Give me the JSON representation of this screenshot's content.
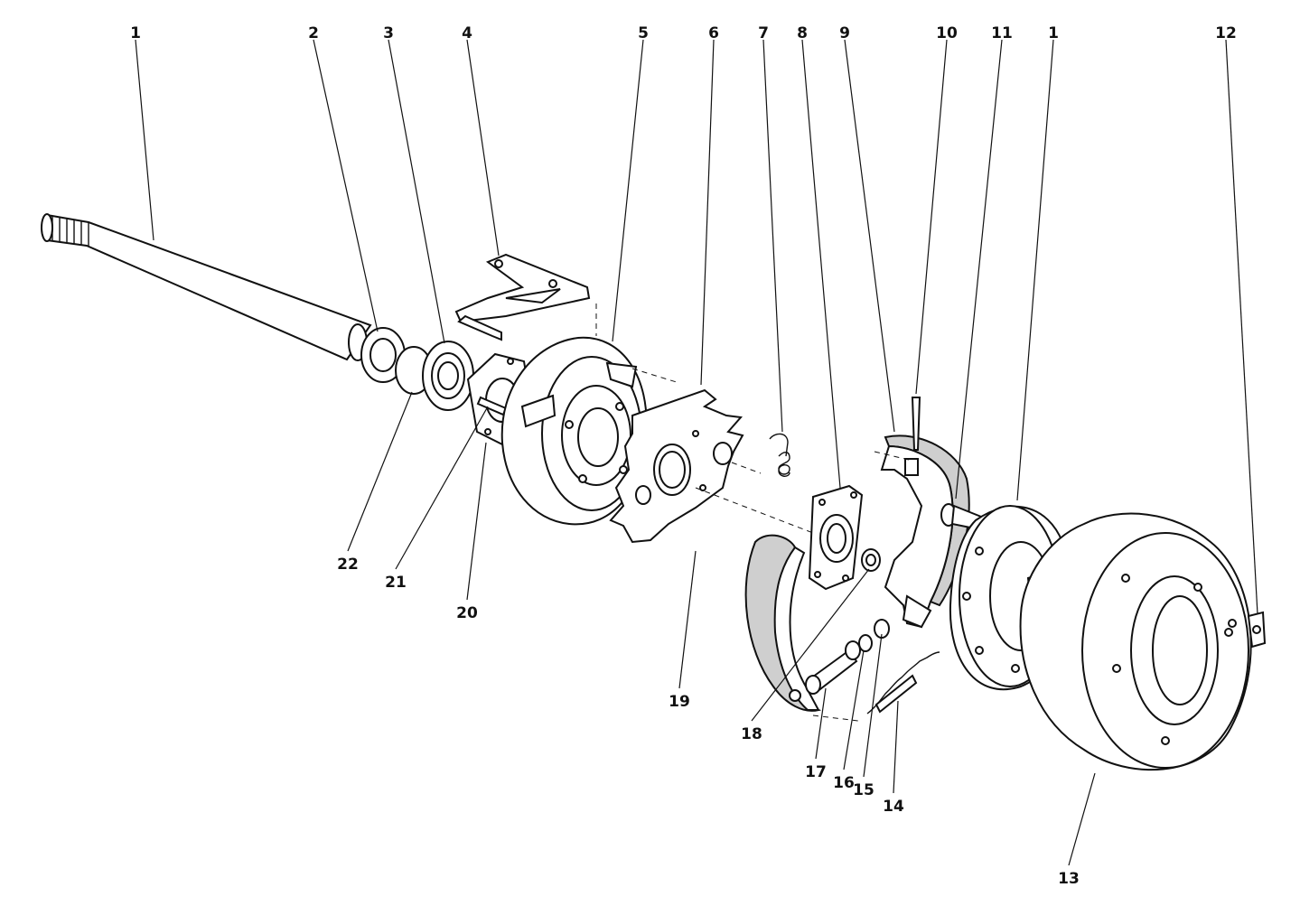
{
  "diagram": {
    "callouts": [
      {
        "id": "c1a",
        "label": "1"
      },
      {
        "id": "c2",
        "label": "2"
      },
      {
        "id": "c3",
        "label": "3"
      },
      {
        "id": "c4",
        "label": "4"
      },
      {
        "id": "c5",
        "label": "5"
      },
      {
        "id": "c6",
        "label": "6"
      },
      {
        "id": "c7",
        "label": "7"
      },
      {
        "id": "c8",
        "label": "8"
      },
      {
        "id": "c9",
        "label": "9"
      },
      {
        "id": "c10",
        "label": "10"
      },
      {
        "id": "c11",
        "label": "11"
      },
      {
        "id": "c1b",
        "label": "1"
      },
      {
        "id": "c12",
        "label": "12"
      },
      {
        "id": "c22",
        "label": "22"
      },
      {
        "id": "c21",
        "label": "21"
      },
      {
        "id": "c20",
        "label": "20"
      },
      {
        "id": "c19",
        "label": "19"
      },
      {
        "id": "c18",
        "label": "18"
      },
      {
        "id": "c17",
        "label": "17"
      },
      {
        "id": "c16",
        "label": "16"
      },
      {
        "id": "c15",
        "label": "15"
      },
      {
        "id": "c14",
        "label": "14"
      },
      {
        "id": "c13",
        "label": "13"
      }
    ]
  }
}
